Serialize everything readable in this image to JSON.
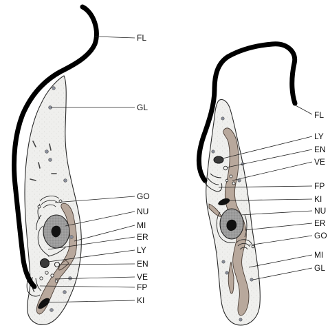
{
  "colors": {
    "cytoplasm": "#efefed",
    "mitochondrion": "#b8a89c",
    "nucleus": "#9a9a9a",
    "nucleolus": "#111111",
    "flagellum": "#000000",
    "glycosome": "#8a8f9c"
  },
  "left_cell": {
    "labels": [
      "FL",
      "GL",
      "GO",
      "NU",
      "MI",
      "ER",
      "LY",
      "EN",
      "VE",
      "FP",
      "KI"
    ]
  },
  "right_cell": {
    "labels": [
      "FL",
      "LY",
      "EN",
      "VE",
      "FP",
      "KI",
      "NU",
      "ER",
      "GO",
      "MI",
      "GL"
    ]
  }
}
